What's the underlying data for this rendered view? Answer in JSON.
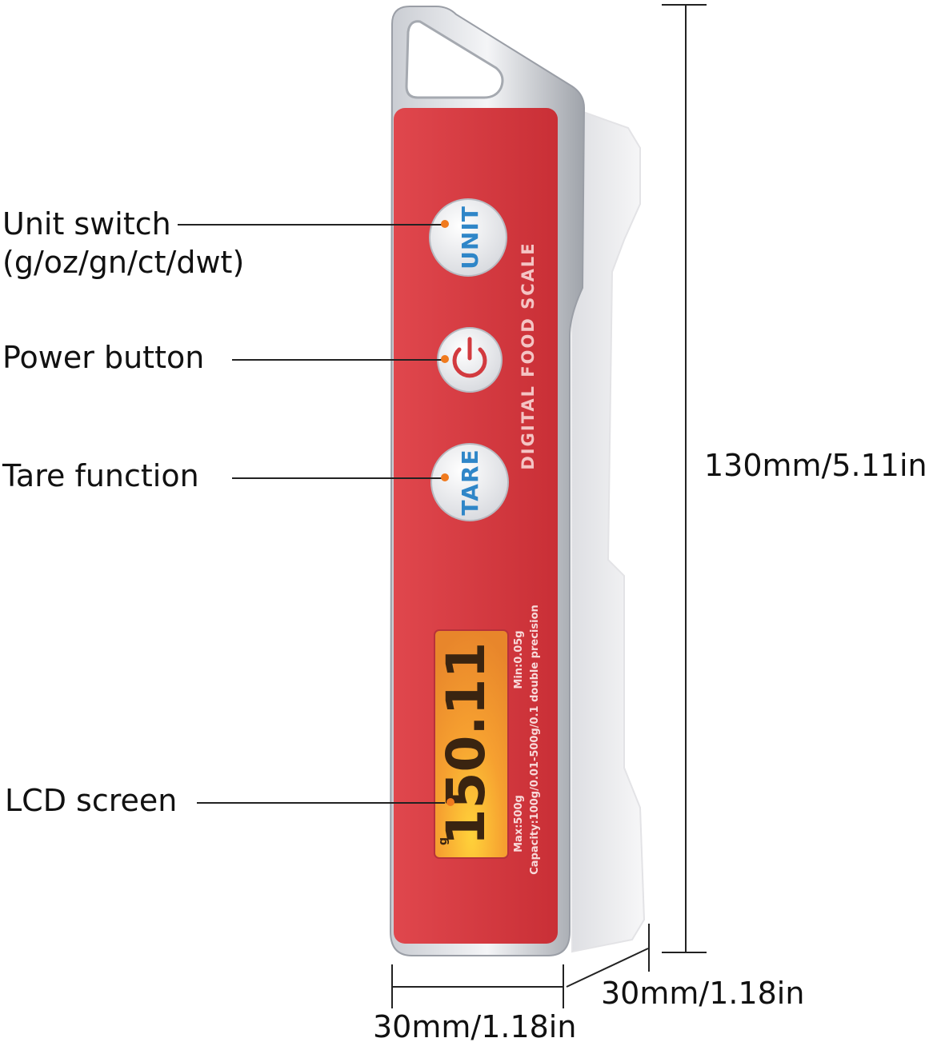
{
  "callouts": {
    "unit_switch": "Unit switch",
    "unit_options": "(g/oz/gn/ct/dwt)",
    "power_button": "Power button",
    "tare_function": "Tare function",
    "lcd_screen": "LCD screen"
  },
  "dimensions": {
    "height": "130mm/5.11in",
    "width": "30mm/1.18in",
    "depth": "30mm/1.18in"
  },
  "device": {
    "brand_text": "DIGITAL FOOD SCALE",
    "unit_button": "UNIT",
    "tare_button": "TARE",
    "lcd_reading": "150.11",
    "lcd_unit": "g",
    "spec_max": "Max:500g",
    "spec_min": "Min:0.05g",
    "spec_capacity": "Capacity:100g/0.01-500g/0.1 double precision",
    "colors": {
      "body": "#d23a3f",
      "lcd": "#f39a2c",
      "button_text": "#2f86c8",
      "accent_dot": "#f07a1e"
    }
  }
}
